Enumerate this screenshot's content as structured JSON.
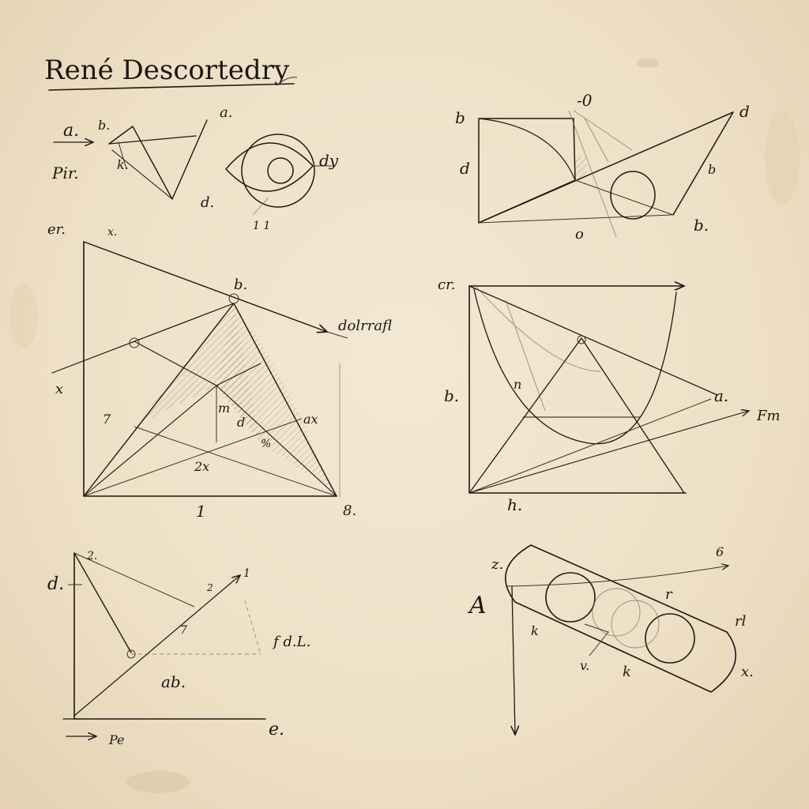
{
  "title": "René Descortedry",
  "colors": {
    "paper": "#efe3cc",
    "ink": "#1c1814",
    "shading": "#6d6359"
  },
  "figures": {
    "fig1": {
      "labels": [
        "a.",
        "b.",
        "a.",
        "Pir.",
        "k.",
        "d."
      ]
    },
    "fig2": {
      "labels": [
        "dy",
        "1 1"
      ]
    },
    "fig3": {
      "labels": [
        "b",
        "-0",
        "d",
        "d",
        "b",
        "b.",
        "o"
      ]
    },
    "fig4": {
      "labels": [
        "er.",
        "x.",
        "b.",
        "dolrrafl",
        "x",
        "7",
        "m",
        "d",
        "ax",
        "2x",
        "%",
        "1",
        "8."
      ]
    },
    "fig5": {
      "labels": [
        "cr.",
        "b.",
        "n",
        "a.",
        "Fm",
        "h."
      ]
    },
    "fig6": {
      "labels": [
        "2.",
        "d.",
        "1",
        "2",
        "7",
        "f d.L.",
        "ab.",
        "Pe",
        "e."
      ]
    },
    "fig7": {
      "labels": [
        "z.",
        "6",
        "A",
        "r",
        "rl",
        "k",
        "v.",
        "k",
        "x."
      ]
    }
  }
}
